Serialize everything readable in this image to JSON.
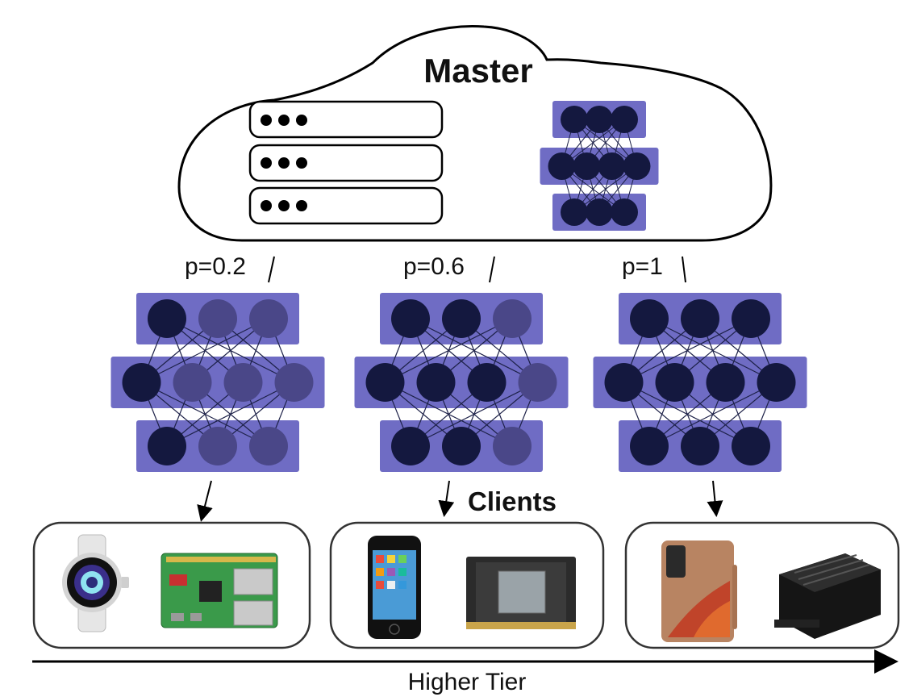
{
  "colors": {
    "layer_band": "#6f6cc4",
    "active_neuron": "#14183f",
    "inactive_neuron": "#4a4788",
    "edge": "#1d2148",
    "stroke": "#000000"
  },
  "master": {
    "title": "Master",
    "server_rows": 3,
    "server_icon": "server-rack-icon",
    "network_layers": [
      3,
      4,
      3
    ]
  },
  "clients_label": "Clients",
  "axis_label": "Higher Tier",
  "submodels": [
    {
      "probability_label": "p=0.2",
      "layers": [
        {
          "neurons": 3,
          "active": 1
        },
        {
          "neurons": 4,
          "active": 1
        },
        {
          "neurons": 3,
          "active": 1
        }
      ],
      "devices": [
        "smartwatch-icon",
        "raspberry-pi-board-icon"
      ]
    },
    {
      "probability_label": "p=0.6",
      "layers": [
        {
          "neurons": 3,
          "active": 2
        },
        {
          "neurons": 4,
          "active": 3
        },
        {
          "neurons": 3,
          "active": 2
        }
      ],
      "devices": [
        "iphone-icon",
        "jetson-module-icon"
      ]
    },
    {
      "probability_label": "p=1",
      "layers": [
        {
          "neurons": 3,
          "active": 3
        },
        {
          "neurons": 4,
          "active": 4
        },
        {
          "neurons": 3,
          "active": 3
        }
      ],
      "devices": [
        "galaxy-phone-icon",
        "edge-computer-box-icon"
      ]
    }
  ]
}
